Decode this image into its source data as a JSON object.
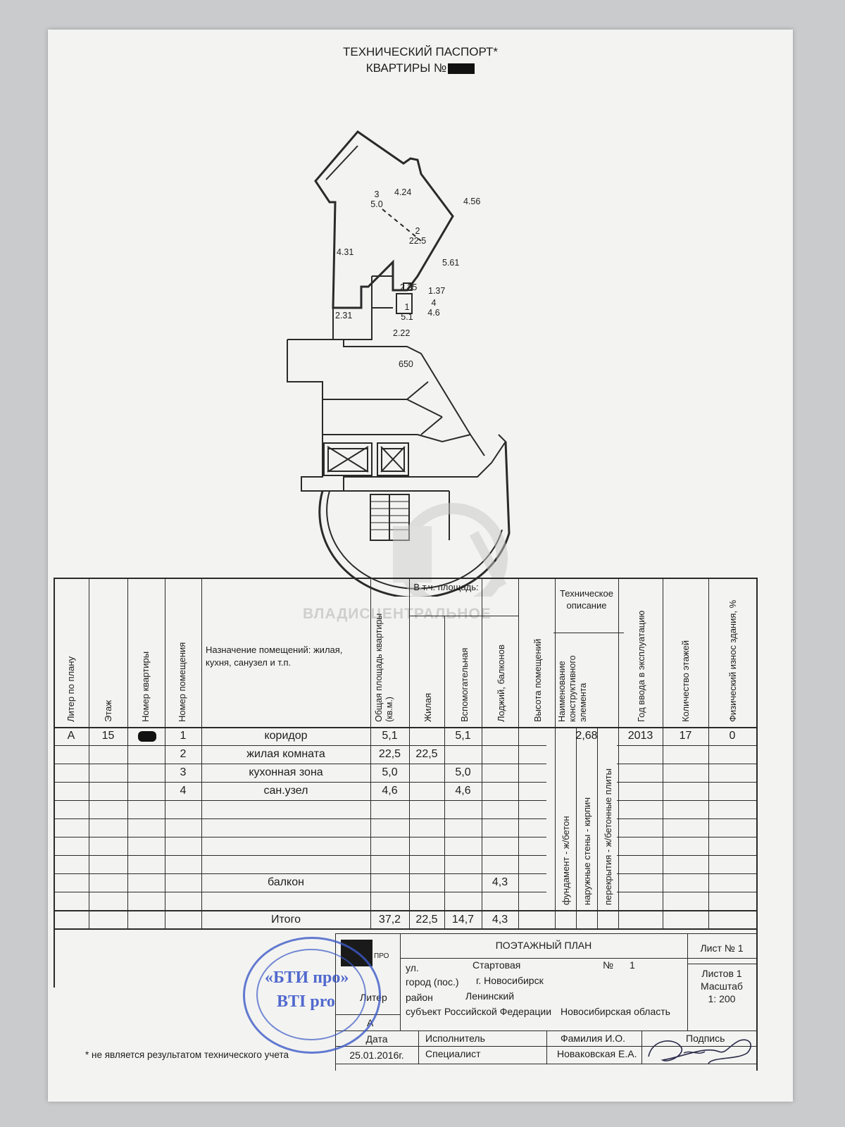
{
  "header": {
    "title_line1": "ТЕХНИЧЕСКИЙ ПАСПОРТ*",
    "title_line2": "КВАРТИРЫ №"
  },
  "plan": {
    "room3": {
      "num": "3",
      "area": "5.0"
    },
    "room2": {
      "num": "2",
      "area": "22.5"
    },
    "room1": {
      "num": "1",
      "area": "5.1"
    },
    "room4": {
      "num": "4",
      "area": "4.6"
    },
    "dims": {
      "d424": "4.24",
      "d456": "4.56",
      "d431": "4.31",
      "d561": "5.61",
      "d235": "2.35",
      "d137": "1.37",
      "d231": "2.31",
      "d222": "2.22",
      "d650": "650"
    }
  },
  "watermark": "ВЛАДИСЦЕНТРАЛЬНОЕ",
  "table": {
    "headers": {
      "liter": "Литер по плану",
      "floor": "Этаж",
      "apt": "Номер квартиры",
      "room": "Номер помещения",
      "purpose": "Назначение помещений: жилая, кухня, санузел и т.п.",
      "total": "Общая площадь квартиры (кв.м.)",
      "incl": "В т.ч. площадь:",
      "living": "Жилая",
      "aux": "Вспомогательная",
      "loggia": "Лоджий, балконов",
      "height": "Высота помещений",
      "tech": "Техническое описание",
      "element": "Наименование конструктивного элемента",
      "year": "Год ввода в эксплуатацию",
      "floors": "Количество этажей",
      "wear": "Физический износ здания, %"
    },
    "first_row": {
      "liter": "А",
      "floor": "15",
      "height": "2,68",
      "year": "2013",
      "floors": "17",
      "wear": "0"
    },
    "rows": [
      {
        "num": "1",
        "name": "коридор",
        "total": "5,1",
        "living": "",
        "aux": "5,1"
      },
      {
        "num": "2",
        "name": "жилая комната",
        "total": "22,5",
        "living": "22,5",
        "aux": ""
      },
      {
        "num": "3",
        "name": "кухонная зона",
        "total": "5,0",
        "living": "",
        "aux": "5,0"
      },
      {
        "num": "4",
        "name": "сан.узел",
        "total": "4,6",
        "living": "",
        "aux": "4,6"
      }
    ],
    "balcony": {
      "name": "балкон",
      "loggia": "4,3"
    },
    "total_row": {
      "name": "Итого",
      "total": "37,2",
      "living": "22,5",
      "aux": "14,7",
      "loggia": "4,3"
    },
    "elements": [
      "фундамент - ж/бетон",
      "наружные стены - кирпич",
      "перекрытия - ж/бетонные плиты"
    ]
  },
  "footer": {
    "plan_title": "ПОЭТАЖНЫЙ ПЛАН",
    "sheet_no": "Лист № 1",
    "sheets": "Листов  1",
    "scale_label": "Масштаб",
    "scale": "1: 200",
    "street_label": "ул.",
    "street": "Стартовая",
    "num_label": "№",
    "num": "1",
    "city_label": "город (пос.)",
    "city": "г. Новосибирск",
    "district_label": "район",
    "district": "Ленинский",
    "subject_label": "субъект Российской Федерации",
    "subject": "Новосибирская область",
    "liter_label": "Литер",
    "liter": "А",
    "date_label": "Дата",
    "date": "25.01.2016г.",
    "executor_label": "Исполнитель",
    "executor": "Специалист",
    "name_label": "Фамилия И.О.",
    "name": "Новаковская Е.А.",
    "sign_label": "Подпись",
    "note": "* не является результатом технического учета",
    "logo_suffix": "ПРО"
  },
  "stamp": {
    "line1": "«БТИ про»",
    "line2": "BTI pro"
  }
}
